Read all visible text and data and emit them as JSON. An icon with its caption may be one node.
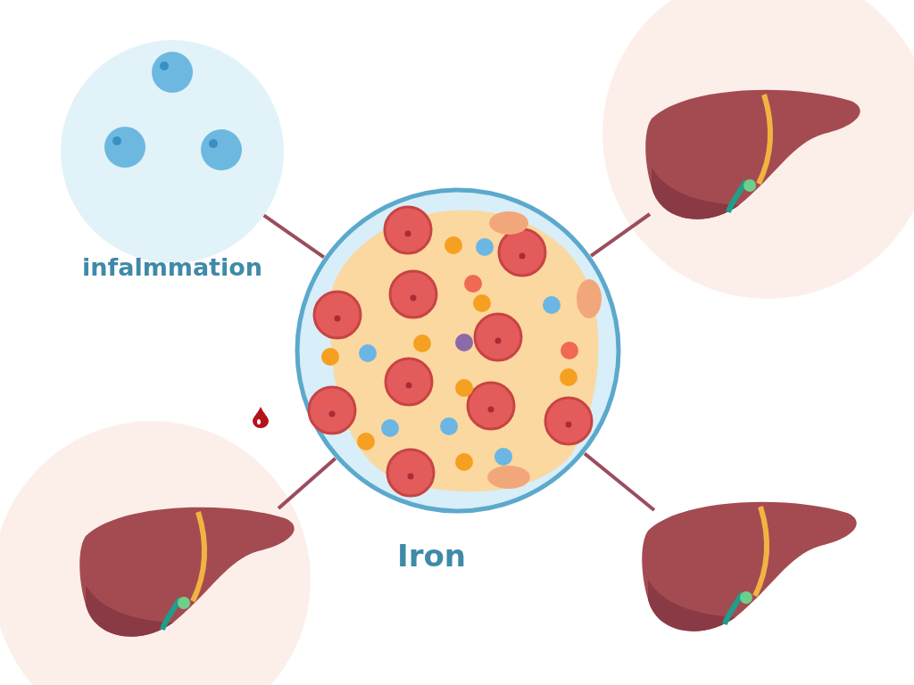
{
  "diagram": {
    "nodes": [
      {
        "text": [],
        "shape": "picture"
      },
      {
        "text": [
          "infalmmation"
        ]
      },
      {
        "text": [],
        "shape": "picture"
      },
      {
        "text": [],
        "shape": "picture"
      },
      {
        "text": [],
        "shape": "picture"
      }
    ],
    "edges": [
      {
        "from": 0,
        "to": 1,
        "arrow": "none"
      },
      {
        "from": 0,
        "to": 2,
        "arrow": "none"
      },
      {
        "from": 0,
        "to": 3,
        "arrow": "none"
      },
      {
        "from": 0,
        "to": 4,
        "arrow": "none"
      }
    ],
    "labels": [
      "Iron"
    ]
  }
}
